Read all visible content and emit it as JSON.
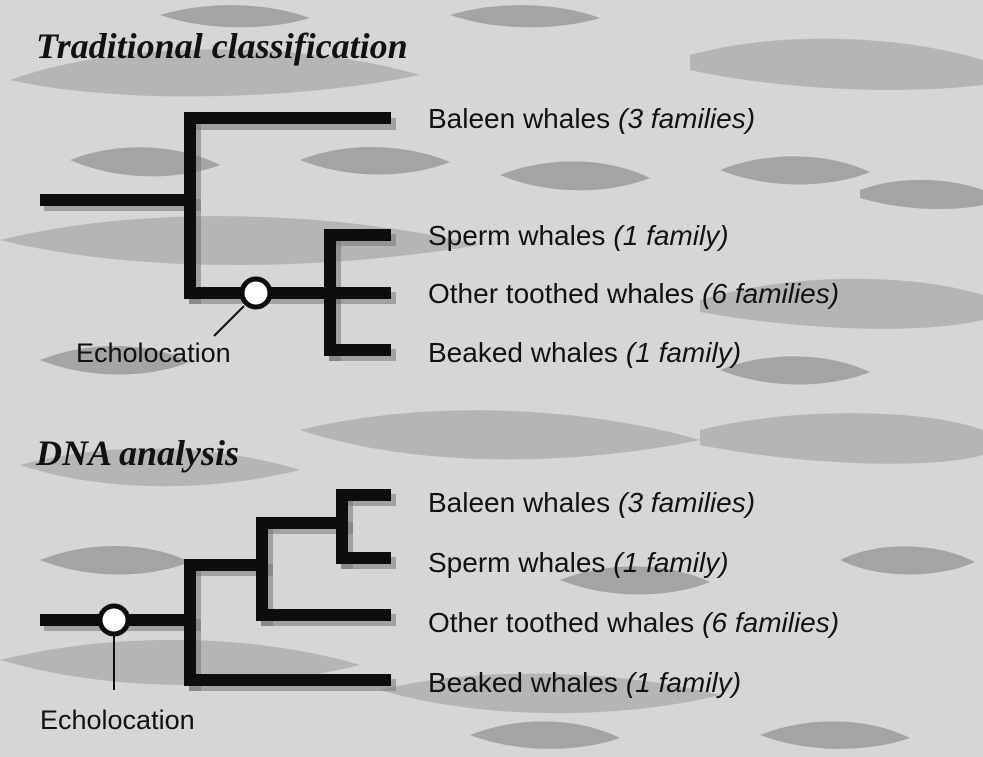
{
  "traditional": {
    "title": "Traditional classification",
    "leaves": [
      {
        "name": "Baleen whales",
        "note": "(3 families)"
      },
      {
        "name": "Sperm whales",
        "note": "(1 family)"
      },
      {
        "name": "Other toothed whales",
        "note": "(6 families)"
      },
      {
        "name": "Beaked whales",
        "note": "(1 family)"
      }
    ],
    "trait": "Echolocation"
  },
  "dna": {
    "title": "DNA analysis",
    "leaves": [
      {
        "name": "Baleen whales",
        "note": "(3 families)"
      },
      {
        "name": "Sperm whales",
        "note": "(1 family)"
      },
      {
        "name": "Other toothed whales",
        "note": "(6 families)"
      },
      {
        "name": "Beaked whales",
        "note": "(1 family)"
      }
    ],
    "trait": "Echolocation"
  },
  "colors": {
    "background": "#dcdcdc",
    "branch": "#0d0d0d",
    "marker_fill": "#ffffff"
  }
}
